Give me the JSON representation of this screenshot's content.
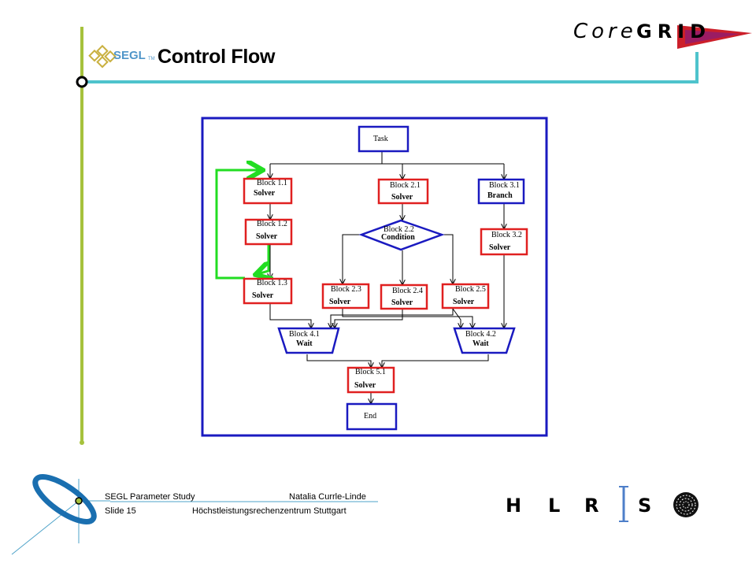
{
  "header": {
    "title": "Control Flow",
    "segl_logo_text": "SEGL",
    "segl_logo_sup": "TM",
    "coregrid_logo_core": "Core",
    "coregrid_logo_grid": "GRID"
  },
  "diagram": {
    "task": "Task",
    "end": "End",
    "blocks": [
      {
        "id": "block-1-1",
        "label": "Block 1.1",
        "kind": "Solver",
        "color": "#e02020"
      },
      {
        "id": "block-1-2",
        "label": "Block 1.2",
        "kind": "Solver",
        "color": "#e02020"
      },
      {
        "id": "block-1-3",
        "label": "Block 1.3",
        "kind": "Solver",
        "color": "#e02020"
      },
      {
        "id": "block-2-1",
        "label": "Block 2.1",
        "kind": "Solver",
        "color": "#e02020"
      },
      {
        "id": "block-2-2",
        "label": "Block 2.2",
        "kind": "Condition",
        "color": "#1a1ac0"
      },
      {
        "id": "block-2-3",
        "label": "Block 2.3",
        "kind": "Solver",
        "color": "#e02020"
      },
      {
        "id": "block-2-4",
        "label": "Block 2.4",
        "kind": "Solver",
        "color": "#e02020"
      },
      {
        "id": "block-2-5",
        "label": "Block 2.5",
        "kind": "Solver",
        "color": "#e02020"
      },
      {
        "id": "block-3-1",
        "label": "Block 3.1",
        "kind": "Branch",
        "color": "#1a1ac0"
      },
      {
        "id": "block-3-2",
        "label": "Block 3.2",
        "kind": "Solver",
        "color": "#e02020"
      },
      {
        "id": "block-4-1",
        "label": "Block 4.1",
        "kind": "Wait",
        "color": "#1a1ac0"
      },
      {
        "id": "block-4-2",
        "label": "Block 4.2",
        "kind": "Wait",
        "color": "#1a1ac0"
      },
      {
        "id": "block-5-1",
        "label": "Block 5.1",
        "kind": "Solver",
        "color": "#e02020"
      }
    ],
    "loop_color": "#22dd22",
    "frame_color": "#1a1ac0"
  },
  "footer": {
    "study": "SEGL Parameter  Study",
    "author": "Natalia  Currle-Linde",
    "slide": "Slide 15",
    "institute": "Höchstleistungsrechenzentrum  Stuttgart",
    "hlrs_letters": [
      "H",
      "L",
      "R",
      "S"
    ]
  },
  "colors": {
    "accent_line": "#4ec3cc",
    "vertical_line": "#a6c23c",
    "coregrid_red": "#cc1f2a"
  }
}
